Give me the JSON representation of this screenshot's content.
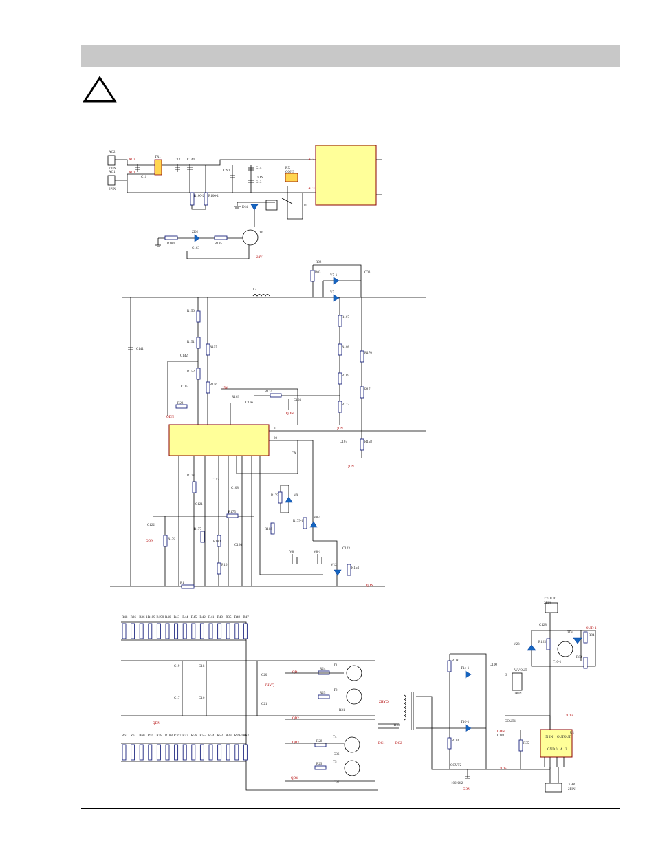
{
  "labels": {
    "ac2_top": "AC2",
    "pin2_a": "2PIN",
    "ac1_top": "AC1",
    "pin2_b": "2PIN",
    "ac2_net": "AC2",
    "ac1_net": "AC1",
    "tr1": "TR1",
    "c11": "C11",
    "c12": "C12",
    "c144": "C144",
    "cy1": "CY1",
    "c13": "C13",
    "odn": "ODN",
    "c14": "C14",
    "rx": "RX",
    "con3": "CON3",
    "ac4": "AC4",
    "ac3": "AC3",
    "r1_relay": "I1",
    "r100_2": "R100-2",
    "r100_1": "R100-1",
    "d14": "D14",
    "zd2": "ZD2",
    "t6": "T6",
    "r184": "R184",
    "c163": "C163",
    "r185": "R185",
    "v24": "24V",
    "r02": "R02",
    "r03": "R03",
    "v74": "V7-1",
    "v7": "V7",
    "c03": "C03",
    "l4": "L4",
    "c141": "C141",
    "r150": "R150",
    "r151": "R151",
    "r157": "R157",
    "c142": "C142",
    "r152": "R152",
    "r156": "R156",
    "c165": "C165",
    "r23": "R23",
    "qdn_a": "QDN",
    "r167": "R167",
    "r168": "R168",
    "r169": "R169",
    "r170": "R170",
    "r171": "R171",
    "r173": "R173",
    "r158": "R158",
    "c167": "C167",
    "qdn_b": "QDN",
    "qdn_c": "QDN",
    "n15v": "15V",
    "r163": "R163",
    "c166": "C166",
    "r174": "R174",
    "c164": "C164",
    "qdn_d": "QDN",
    "pin3": "3",
    "pin20": "20",
    "cx": "CX",
    "r178": "R178",
    "c117": "C117",
    "c108": "C108",
    "c121": "C121",
    "c122": "C122",
    "r176": "R176",
    "r177": "R177",
    "r175": "R175",
    "r180": "R180",
    "c120": "C120",
    "r16": "R16",
    "r179": "R179",
    "v9": "V9",
    "r186": "R186",
    "r179_1": "R179-1",
    "v8_1": "V8-1",
    "v8": "V8",
    "v8_2": "V8-1",
    "c123": "C123",
    "v12": "V12",
    "r154": "R154",
    "qdn_e": "QDN",
    "qdn_f": "QDN",
    "r1b": "R1",
    "top_res": [
      "R48",
      "R36",
      "R36-1",
      "R189",
      "R190",
      "R46",
      "R43",
      "R44",
      "R45",
      "R42",
      "R41",
      "R40",
      "R35",
      "R49",
      "R47"
    ],
    "bot_res": [
      "R62",
      "R61",
      "R60",
      "R59",
      "R58",
      "R188",
      "R167",
      "R57",
      "R56",
      "R55",
      "R54",
      "R53",
      "R39",
      "R39-1",
      "R63"
    ],
    "c19": "C19",
    "c18": "C18",
    "c20": "C20",
    "zhyq": "ZHYQ",
    "c17": "C17",
    "c16": "C16",
    "c21": "C21",
    "qdn_g": "QDN",
    "qd1": "QD1",
    "r24": "R24",
    "t1": "T1",
    "r25": "R25",
    "t2": "T2",
    "r31": "R31",
    "qd2": "QD2",
    "qd3": "QD3",
    "r28": "R28",
    "t4": "T4",
    "c36": "C36",
    "r29": "R29",
    "t5": "T5",
    "c37": "C37",
    "qd4": "QD4",
    "zhyq2": "ZHYQ",
    "tr8": "TR8",
    "dc1": "DC1",
    "dc2": "DC2",
    "r100": "R100",
    "t14": "T14-1",
    "c100": "C100",
    "r101": "R101",
    "t16": "T16-1",
    "c101": "C101",
    "gdn_a": "GDN",
    "cout1": "COUT1",
    "cout2": "COUT2",
    "nyc": "100NY2",
    "gdn_b": "GDN",
    "wvout": "WVOUT",
    "pin3b": "3PIN",
    "out_minus": "OUT-",
    "zyout": "ZYOUT",
    "pin2_c": "2PIN",
    "c128": "C128",
    "v23": "V23",
    "r125": "R125",
    "t10": "T10-1",
    "zd4": "ZD4",
    "r84": "R84",
    "r83": "R83",
    "out_plus1": "OUT+1",
    "out_plus": "OUT+",
    "r35b": "R35",
    "u1": "U1",
    "ic_pins": [
      "IN",
      "IN",
      "OUT",
      "OUT",
      "GND",
      "0",
      "4",
      "2"
    ],
    "xhp": "XHP",
    "pin2_d": "2PIN",
    "three": "3"
  },
  "colors": {
    "ic_fill": "#ffff99",
    "ic_border": "#8b0000",
    "component": "#1a237e",
    "band": "#c8c8c8"
  },
  "icons": {
    "warning": "warning-triangle-icon"
  }
}
